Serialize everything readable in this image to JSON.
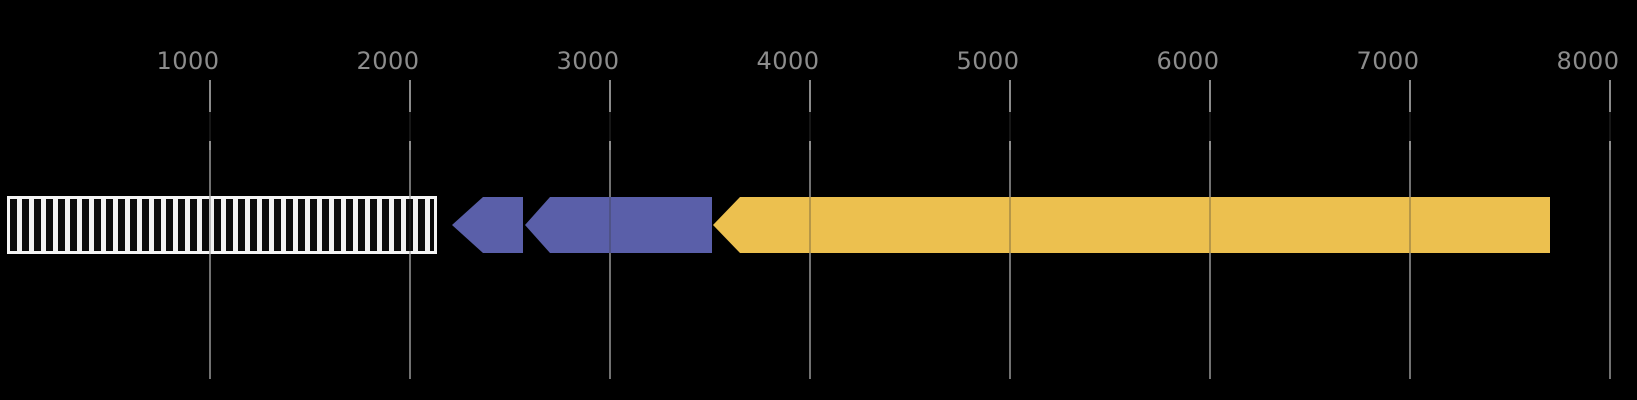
{
  "figure": {
    "background": "#000000",
    "title": ""
  },
  "chart_data": {
    "type": "bar",
    "subtype": "genomic-feature-track",
    "orientation": "horizontal",
    "title": "",
    "xlabel": "",
    "ylabel": "",
    "xlim": [
      -50,
      8135
    ],
    "grid": true,
    "legend": false,
    "background": "#000000",
    "axis": {
      "tick_label_color": "#8c8c8c",
      "gridline_color": "#8a8a8a",
      "ticks": [
        {
          "value": 1000,
          "label": "1000"
        },
        {
          "value": 2000,
          "label": "2000"
        },
        {
          "value": 3000,
          "label": "3000"
        },
        {
          "value": 4000,
          "label": "4000"
        },
        {
          "value": 5000,
          "label": "5000"
        },
        {
          "value": 6000,
          "label": "6000"
        },
        {
          "value": 7000,
          "label": "7000"
        },
        {
          "value": 8000,
          "label": "8000"
        }
      ]
    },
    "features": [
      {
        "id": "striped-box-feature",
        "shape": "box",
        "direction": "none",
        "start": 0,
        "end": 2120,
        "fill": "vertical-stripes",
        "stripe_dark": "#0b0b0b",
        "stripe_light": "#f1f1f1",
        "border_color": "#f4f4f4"
      },
      {
        "id": "purple-arrow-small",
        "shape": "arrow",
        "direction": "left",
        "start": 2210,
        "end": 2565,
        "head": 155,
        "color": "#5a5fa9"
      },
      {
        "id": "purple-arrow-large",
        "shape": "arrow",
        "direction": "left",
        "start": 2575,
        "end": 3510,
        "head": 125,
        "color": "#5a5fa9"
      },
      {
        "id": "gold-arrow",
        "shape": "arrow",
        "direction": "left",
        "start": 3515,
        "end": 7700,
        "head": 135,
        "color": "#ecc04f"
      }
    ]
  }
}
